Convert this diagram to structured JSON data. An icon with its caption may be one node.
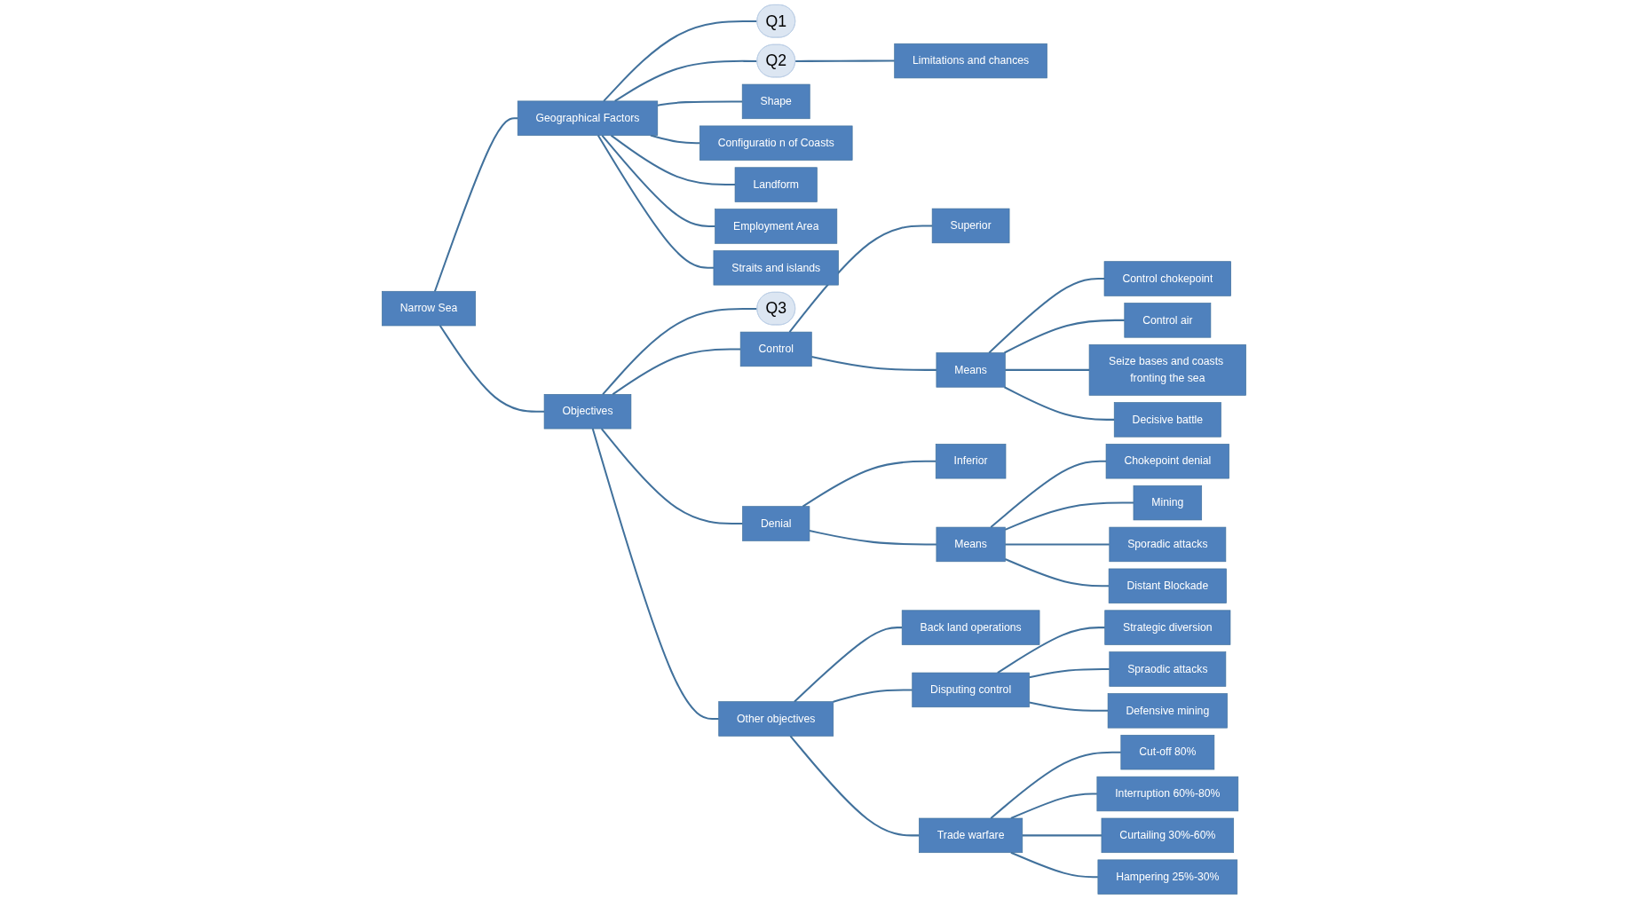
{
  "diagram": {
    "nodes": [
      {
        "text": [
          "Narrow Sea"
        ]
      },
      {
        "text": [
          "Geographical Factors"
        ]
      },
      {
        "text": [
          "Objectives"
        ]
      },
      {
        "text": [
          "Q1"
        ]
      },
      {
        "text": [
          "Q2"
        ]
      },
      {
        "text": [
          "Limitations and chances"
        ]
      },
      {
        "text": [
          "Shape"
        ]
      },
      {
        "text": [
          "Configuratio n of Coasts"
        ]
      },
      {
        "text": [
          "Landform"
        ]
      },
      {
        "text": [
          "Employment Area"
        ]
      },
      {
        "text": [
          "Straits and islands"
        ]
      },
      {
        "text": [
          "Q3"
        ]
      },
      {
        "text": [
          "Control"
        ]
      },
      {
        "text": [
          "Denial"
        ]
      },
      {
        "text": [
          "Other objectives"
        ]
      },
      {
        "text": [
          "Superior"
        ]
      },
      {
        "text": [
          "Means"
        ]
      },
      {
        "text": [
          "Control chokepoint"
        ]
      },
      {
        "text": [
          "Control air"
        ]
      },
      {
        "text": [
          "Seize bases and coasts fronting the sea"
        ]
      },
      {
        "text": [
          "Decisive battle"
        ]
      },
      {
        "text": [
          "Inferior"
        ]
      },
      {
        "text": [
          "Means"
        ]
      },
      {
        "text": [
          "Chokepoint denial"
        ]
      },
      {
        "text": [
          "Mining"
        ]
      },
      {
        "text": [
          "Sporadic attacks"
        ]
      },
      {
        "text": [
          "Distant Blockade"
        ]
      },
      {
        "text": [
          "Back land operations"
        ]
      },
      {
        "text": [
          "Disputing control"
        ]
      },
      {
        "text": [
          "Trade warfare"
        ]
      },
      {
        "text": [
          "Strategic diversion"
        ]
      },
      {
        "text": [
          "Spraodic attacks"
        ]
      },
      {
        "text": [
          "Defensive mining"
        ]
      },
      {
        "text": [
          "Cut-off 80%"
        ]
      },
      {
        "text": [
          "Interruption 60%-80%"
        ]
      },
      {
        "text": [
          "Curtailing 30%-60%"
        ]
      },
      {
        "text": [
          "Hampering 25%-30%"
        ]
      }
    ],
    "edges": [
      {
        "from": 0,
        "to": 1,
        "arrow": "none"
      },
      {
        "from": 0,
        "to": 2,
        "arrow": "none"
      },
      {
        "from": 1,
        "to": 3,
        "arrow": "none"
      },
      {
        "from": 1,
        "to": 4,
        "arrow": "none"
      },
      {
        "from": 4,
        "to": 5,
        "arrow": "none"
      },
      {
        "from": 1,
        "to": 6,
        "arrow": "none"
      },
      {
        "from": 1,
        "to": 7,
        "arrow": "none"
      },
      {
        "from": 1,
        "to": 8,
        "arrow": "none"
      },
      {
        "from": 1,
        "to": 9,
        "arrow": "none"
      },
      {
        "from": 1,
        "to": 10,
        "arrow": "none"
      },
      {
        "from": 2,
        "to": 11,
        "arrow": "none"
      },
      {
        "from": 2,
        "to": 12,
        "arrow": "none"
      },
      {
        "from": 2,
        "to": 13,
        "arrow": "none"
      },
      {
        "from": 2,
        "to": 14,
        "arrow": "none"
      },
      {
        "from": 12,
        "to": 15,
        "arrow": "none"
      },
      {
        "from": 12,
        "to": 16,
        "arrow": "none"
      },
      {
        "from": 16,
        "to": 17,
        "arrow": "none"
      },
      {
        "from": 16,
        "to": 18,
        "arrow": "none"
      },
      {
        "from": 16,
        "to": 19,
        "arrow": "none"
      },
      {
        "from": 16,
        "to": 20,
        "arrow": "none"
      },
      {
        "from": 13,
        "to": 21,
        "arrow": "none"
      },
      {
        "from": 13,
        "to": 22,
        "arrow": "none"
      },
      {
        "from": 22,
        "to": 23,
        "arrow": "none"
      },
      {
        "from": 22,
        "to": 24,
        "arrow": "none"
      },
      {
        "from": 22,
        "to": 25,
        "arrow": "none"
      },
      {
        "from": 22,
        "to": 26,
        "arrow": "none"
      },
      {
        "from": 14,
        "to": 27,
        "arrow": "none"
      },
      {
        "from": 14,
        "to": 28,
        "arrow": "none"
      },
      {
        "from": 14,
        "to": 29,
        "arrow": "none"
      },
      {
        "from": 28,
        "to": 30,
        "arrow": "none"
      },
      {
        "from": 28,
        "to": 31,
        "arrow": "none"
      },
      {
        "from": 28,
        "to": 32,
        "arrow": "none"
      },
      {
        "from": 29,
        "to": 33,
        "arrow": "none"
      },
      {
        "from": 29,
        "to": 34,
        "arrow": "none"
      },
      {
        "from": 29,
        "to": 35,
        "arrow": "none"
      },
      {
        "from": 29,
        "to": 36,
        "arrow": "none"
      }
    ]
  }
}
